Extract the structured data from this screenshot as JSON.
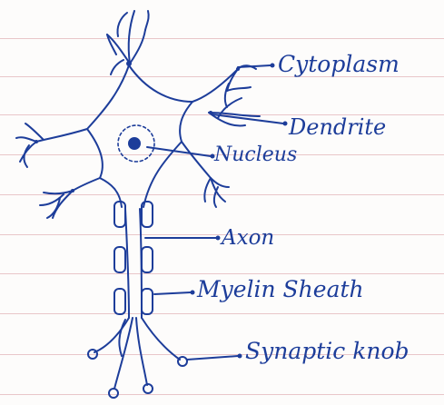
{
  "labels": {
    "cytoplasm": "Cytoplasm",
    "dendrite": "Dendrite",
    "nucleus": "Nucleus",
    "axon": "Axon",
    "myelin_sheath": "Myelin Sheath",
    "synaptic_knob": "Synaptic knob"
  },
  "colors": {
    "ink": "#1d3d9a",
    "paper": "#fdfcfb",
    "ruling": "#e9c6c9"
  }
}
